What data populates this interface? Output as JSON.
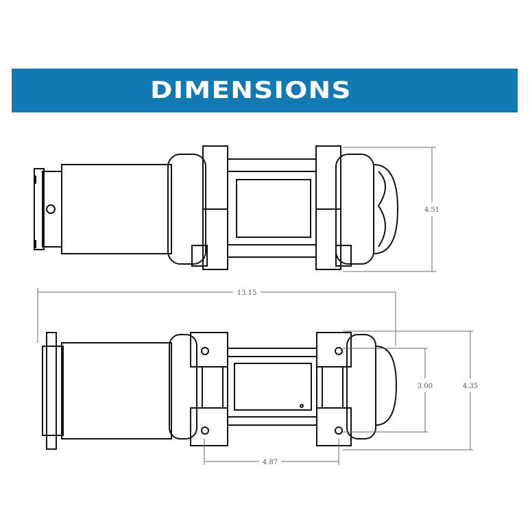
{
  "banner": {
    "title": "DIMENSIONS",
    "color": "#127ab3"
  },
  "dimensions": {
    "top_height": "4.51",
    "overall_length": "13.15",
    "bolt_spacing_vertical": "3.00",
    "bottom_height": "4.35",
    "bolt_spacing_horizontal": "4.87"
  }
}
